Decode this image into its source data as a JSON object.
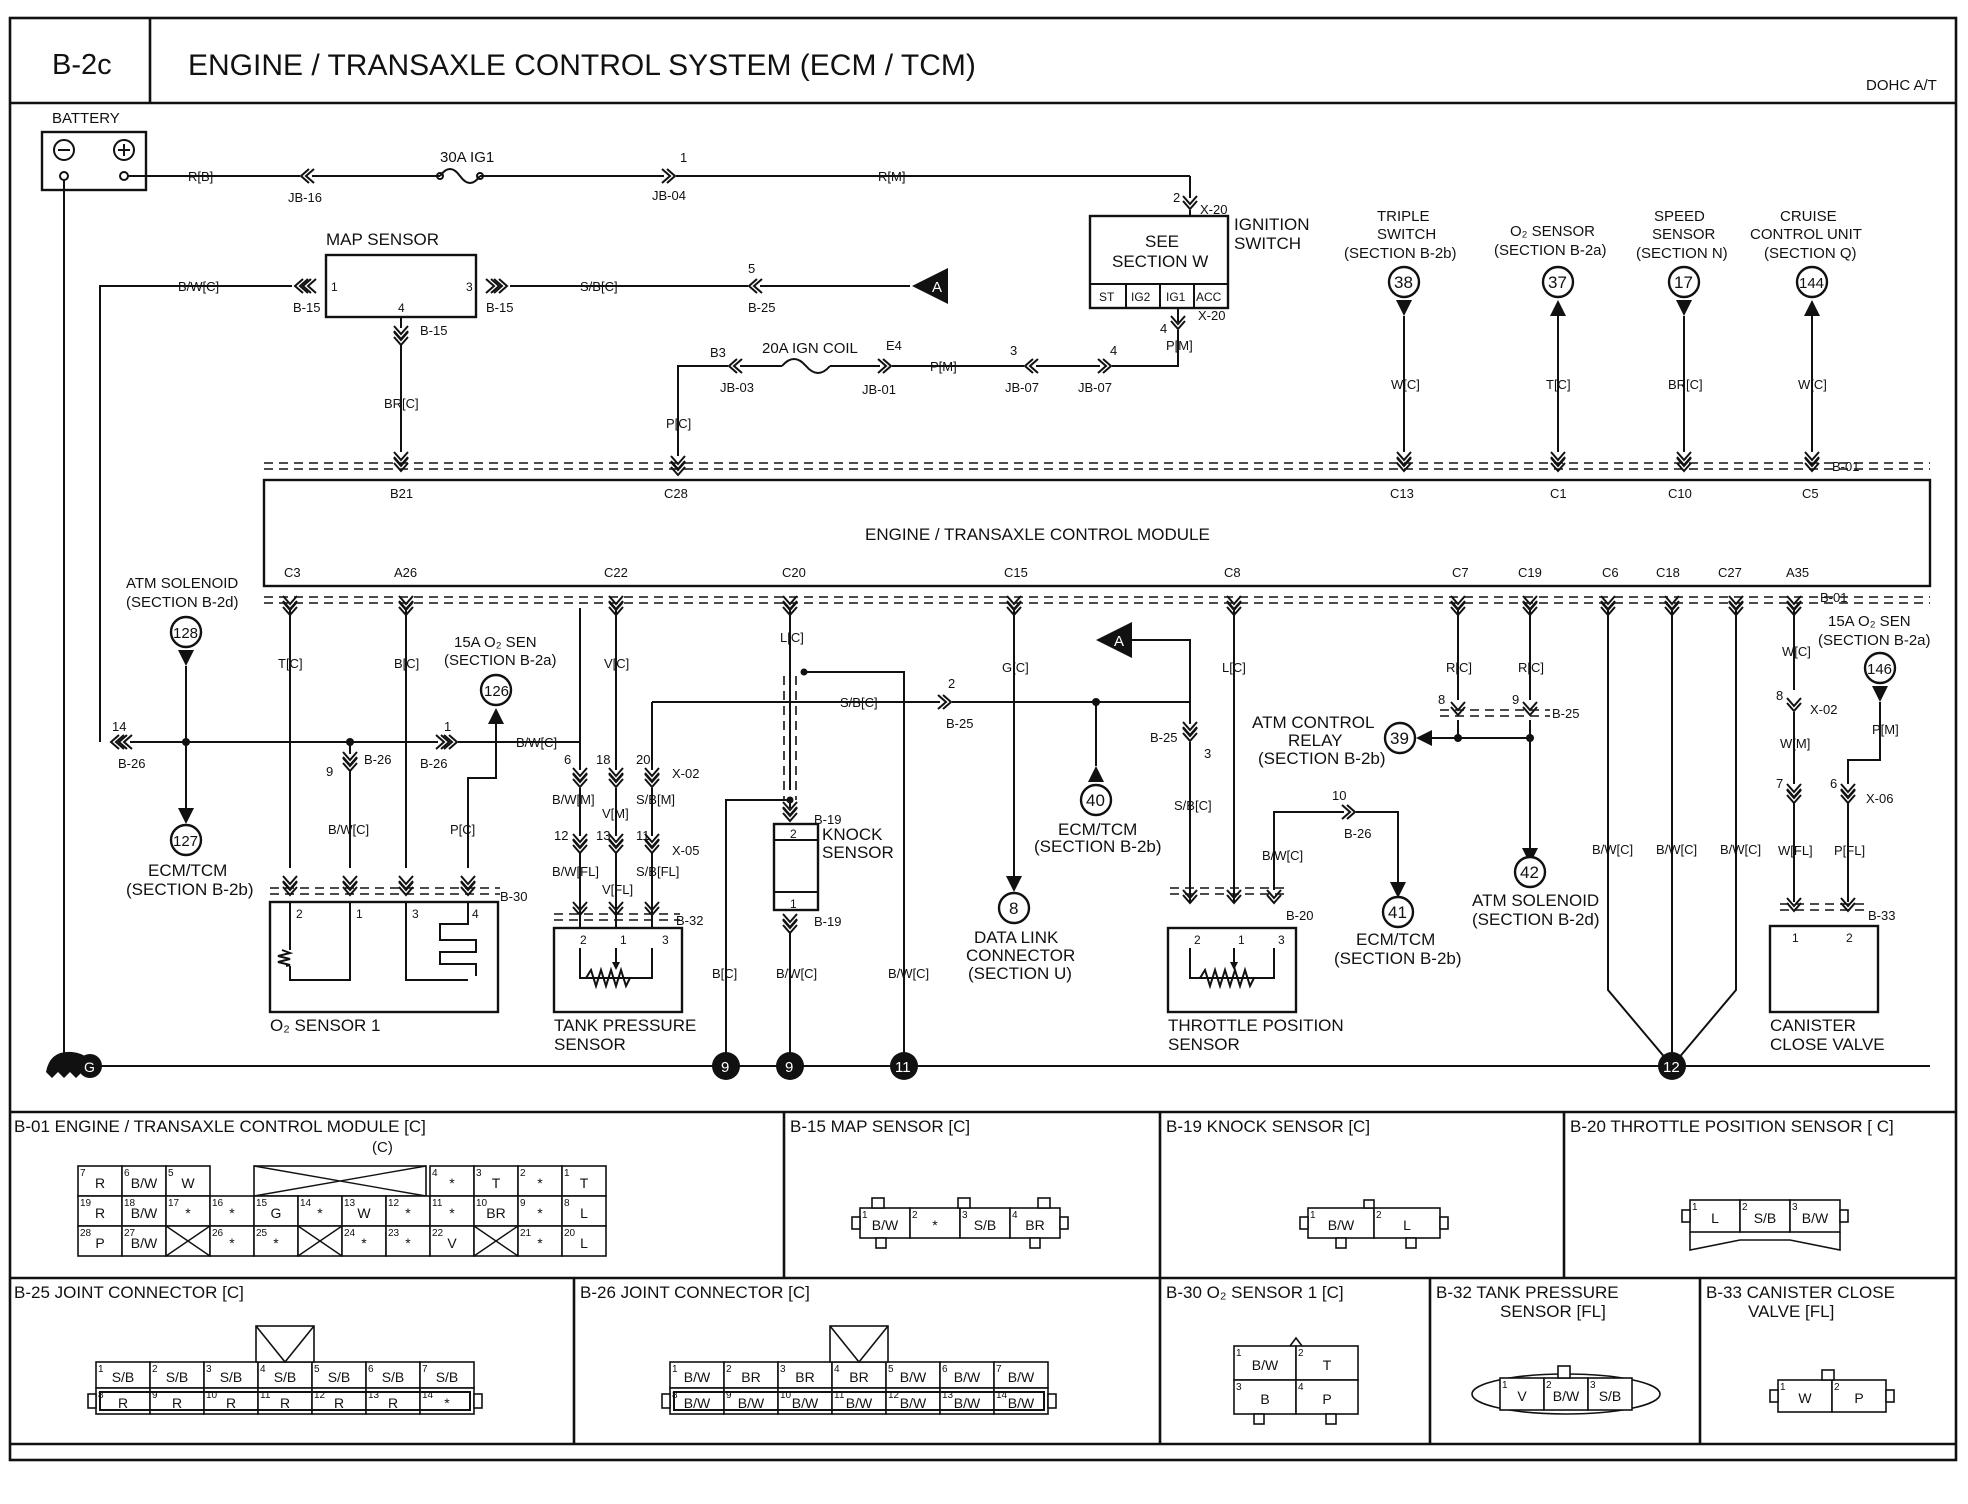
{
  "header": {
    "code": "B-2c",
    "title": "ENGINE / TRANSAXLE CONTROL SYSTEM (ECM / TCM)",
    "variant": "DOHC A/T"
  },
  "module": {
    "name": "ENGINE / TRANSAXLE CONTROL MODULE",
    "conn": "B-01",
    "top_pins": [
      "B21",
      "C28",
      "C13",
      "C1",
      "C10",
      "C5"
    ],
    "bottom_pins": [
      "C3",
      "A26",
      "C22",
      "C20",
      "C15",
      "C8",
      "C7",
      "C19",
      "C6",
      "C18",
      "C27",
      "A35"
    ]
  },
  "power": {
    "battery": "BATTERY",
    "fuse1": "30A IG1",
    "fuse2": "20A IGN COIL",
    "rb": "R[B]",
    "rm": "R[M]",
    "pm": "P[M]",
    "pm2": "P[M]",
    "jb16": "JB-16",
    "jb04": "JB-04",
    "jb03": "JB-03",
    "jb01": "JB-01",
    "jb07a": "JB-07",
    "jb07b": "JB-07",
    "pin1": "1",
    "b3": "B3",
    "e4": "E4",
    "p3": "3",
    "p4": "4",
    "p2": "2",
    "x20": "X-20",
    "x20b": "X-20",
    "p4b": "4",
    "pc": "P[C]",
    "ground": "G"
  },
  "ignition": {
    "label1": "IGNITION",
    "label2": "SWITCH",
    "see1": "SEE",
    "see2": "SECTION W",
    "terms": [
      "ST",
      "IG2",
      "IG1",
      "ACC"
    ]
  },
  "map": {
    "name": "MAP SENSOR",
    "bwc": "B/W[C]",
    "sbc": "S/B[C]",
    "brc": "BR[C]",
    "b15a": "B-15",
    "b15b": "B-15",
    "b15c": "B-15",
    "b25": "B-25",
    "pin1": "1",
    "pin3": "3",
    "pin4": "4",
    "p5": "5",
    "conn_a": "A"
  },
  "refs": [
    {
      "l1": "TRIPLE",
      "l2": "SWITCH",
      "l3": "(SECTION B-2b)",
      "num": "38",
      "wire": "W[C]"
    },
    {
      "l1": "O₂ SENSOR",
      "l2": "(SECTION B-2a)",
      "l3": "",
      "num": "37",
      "wire": "T[C]"
    },
    {
      "l1": "SPEED",
      "l2": "SENSOR",
      "l3": "(SECTION N)",
      "num": "17",
      "wire": "BR[C]"
    },
    {
      "l1": "CRUISE",
      "l2": "CONTROL UNIT",
      "l3": "(SECTION Q)",
      "num": "144",
      "wire": "W[C]"
    }
  ],
  "lower": {
    "atm_sol_1": "ATM SOLENOID",
    "atm_sol_2": "(SECTION B-2d)",
    "n128": "128",
    "ecm_tcm": "ECM/TCM",
    "sec_b2b": "(SECTION B-2b)",
    "n127": "127",
    "o2sen": "15A O₂ SEN",
    "sec_b2a": "(SECTION B-2a)",
    "n126": "126",
    "tc": "T[C]",
    "bc": "B[C]",
    "vc": "V[C]",
    "lc": "L[C]",
    "gc": "G[C]",
    "lc2": "L[C]",
    "bwc": "B/W[C]",
    "bwc2": "B/W[C]",
    "pc": "P[C]",
    "sbc": "S/B[C]",
    "b26": "B-26",
    "b26b": "B-26",
    "b26c": "B-26",
    "b30": "B-30",
    "n14": "14",
    "n1": "1",
    "n9": "9",
    "n2": "2",
    "n3": "3",
    "n6": "6",
    "n18": "18",
    "n20": "20",
    "n12": "12",
    "n13": "13",
    "n11": "11",
    "x02": "X-02",
    "x05": "X-05",
    "b32": "B-32",
    "bwm": "B/W[M]",
    "vm": "V[M]",
    "sbm": "S/B[M]",
    "bwfl": "B/W[FL]",
    "vfl": "V[FL]",
    "sbfl": "S/B[FL]",
    "o2_1": "O₂ SENSOR 1",
    "tank_1": "TANK PRESSURE",
    "tank_2": "SENSOR",
    "knock_1": "KNOCK",
    "knock_2": "SENSOR",
    "b19": "B-19",
    "b19b": "B-19",
    "bc2": "B[C]",
    "bwc3": "B/W[C]",
    "bwc4": "B/W[C]",
    "b25": "B-25",
    "b25b": "B-25",
    "b25c": "B-25",
    "sbc2": "S/B[C]",
    "sbc3": "S/B[C]",
    "n40": "40",
    "ecm40_2": "(SECTION B-2b)",
    "n8": "8",
    "dlc_1": "DATA LINK",
    "dlc_2": "CONNECTOR",
    "dlc_3": "(SECTION U)",
    "b20": "B-20",
    "tps_1": "THROTTLE POSITION",
    "tps_2": "SENSOR",
    "n10": "10",
    "n41": "41",
    "relay_1": "ATM CONTROL",
    "relay_2": "RELAY",
    "relay_3": "(SECTION B-2b)",
    "n39": "39",
    "rc": "R[C]",
    "rc2": "R[C]",
    "n8b": "8",
    "n9b": "9",
    "n42": "42",
    "wc": "W[C]",
    "wm": "W[M]",
    "wfl": "W[FL]",
    "pm": "P[M]",
    "pfl": "P[FL]",
    "x02b": "X-02",
    "x06": "X-06",
    "b33": "B-33",
    "n146": "146",
    "can_1": "CANISTER",
    "can_2": "CLOSE VALVE",
    "n8c": "8",
    "n7": "7",
    "n6b": "6",
    "b01b": "B-01",
    "b01a": "B-01",
    "g9a": "9",
    "g9b": "9",
    "g11": "11",
    "g12": "12",
    "bwc5": "B/W[C]",
    "bwc6": "B/W[C]",
    "bwc7": "B/W[C]"
  },
  "connectors": {
    "b01": {
      "title": "B-01 ENGINE / TRANSAXLE CONTROL MODULE [C]",
      "sub": "(C)",
      "rows": [
        [
          [
            "7",
            "R"
          ],
          [
            "6",
            "B/W"
          ],
          [
            "5",
            "W"
          ]
        ],
        [
          [
            "19",
            "R"
          ],
          [
            "18",
            "B/W"
          ],
          [
            "17",
            "*"
          ],
          [
            "16",
            "*"
          ],
          [
            "15",
            "G"
          ],
          [
            "14",
            "*"
          ],
          [
            "13",
            "W"
          ],
          [
            "12",
            "*"
          ],
          [
            "11",
            "*"
          ],
          [
            "10",
            "BR"
          ],
          [
            "9",
            "*"
          ],
          [
            "8",
            "L"
          ]
        ],
        [
          [
            "28",
            "P"
          ],
          [
            "27",
            "B/W"
          ],
          [
            "",
            ""
          ],
          [
            "26",
            "*"
          ],
          [
            "25",
            "*"
          ],
          [
            "",
            ""
          ],
          [
            "24",
            "*"
          ],
          [
            "23",
            "*"
          ],
          [
            "22",
            "V"
          ],
          [
            "",
            ""
          ],
          [
            "21",
            "*"
          ],
          [
            "20",
            "L"
          ]
        ]
      ],
      "row1b": [
        [
          "4",
          "*"
        ],
        [
          "3",
          "T"
        ],
        [
          "2",
          "*"
        ],
        [
          "1",
          "T"
        ]
      ]
    },
    "b15": {
      "title": "B-15 MAP SENSOR [C]",
      "pins": [
        [
          "1",
          "B/W"
        ],
        [
          "2",
          "*"
        ],
        [
          "3",
          "S/B"
        ],
        [
          "4",
          "BR"
        ]
      ]
    },
    "b19": {
      "title": "B-19 KNOCK SENSOR [C]",
      "pins": [
        [
          "1",
          "B/W"
        ],
        [
          "2",
          "L"
        ]
      ]
    },
    "b20": {
      "title": "B-20 THROTTLE POSITION SENSOR [ C]",
      "pins": [
        [
          "1",
          "L"
        ],
        [
          "2",
          "S/B"
        ],
        [
          "3",
          "B/W"
        ]
      ]
    },
    "b25": {
      "title": "B-25 JOINT CONNECTOR [C]",
      "top": [
        [
          "1",
          "S/B"
        ],
        [
          "2",
          "S/B"
        ],
        [
          "3",
          "S/B"
        ],
        [
          "4",
          "S/B"
        ],
        [
          "5",
          "S/B"
        ],
        [
          "6",
          "S/B"
        ],
        [
          "7",
          "S/B"
        ]
      ],
      "bot": [
        [
          "8",
          "R"
        ],
        [
          "9",
          "R"
        ],
        [
          "10",
          "R"
        ],
        [
          "11",
          "R"
        ],
        [
          "12",
          "R"
        ],
        [
          "13",
          "R"
        ],
        [
          "14",
          "*"
        ]
      ]
    },
    "b26": {
      "title": "B-26 JOINT CONNECTOR [C]",
      "top": [
        [
          "1",
          "B/W"
        ],
        [
          "2",
          "BR"
        ],
        [
          "3",
          "BR"
        ],
        [
          "4",
          "BR"
        ],
        [
          "5",
          "B/W"
        ],
        [
          "6",
          "B/W"
        ],
        [
          "7",
          "B/W"
        ]
      ],
      "bot": [
        [
          "8",
          "B/W"
        ],
        [
          "9",
          "B/W"
        ],
        [
          "10",
          "B/W"
        ],
        [
          "11",
          "B/W"
        ],
        [
          "12",
          "B/W"
        ],
        [
          "13",
          "B/W"
        ],
        [
          "14",
          "B/W"
        ]
      ]
    },
    "b30": {
      "title": "B-30 O₂ SENSOR 1 [C]",
      "pins": [
        [
          "1",
          "B/W"
        ],
        [
          "2",
          "T"
        ],
        [
          "3",
          "B"
        ],
        [
          "4",
          "P"
        ]
      ]
    },
    "b32": {
      "title1": "B-32 TANK PRESSURE",
      "title2": "SENSOR [FL]",
      "pins": [
        [
          "1",
          "V"
        ],
        [
          "2",
          "B/W"
        ],
        [
          "3",
          "S/B"
        ]
      ]
    },
    "b33": {
      "title1": "B-33 CANISTER CLOSE",
      "title2": "VALVE [FL]",
      "pins": [
        [
          "1",
          "W"
        ],
        [
          "2",
          "P"
        ]
      ]
    }
  }
}
